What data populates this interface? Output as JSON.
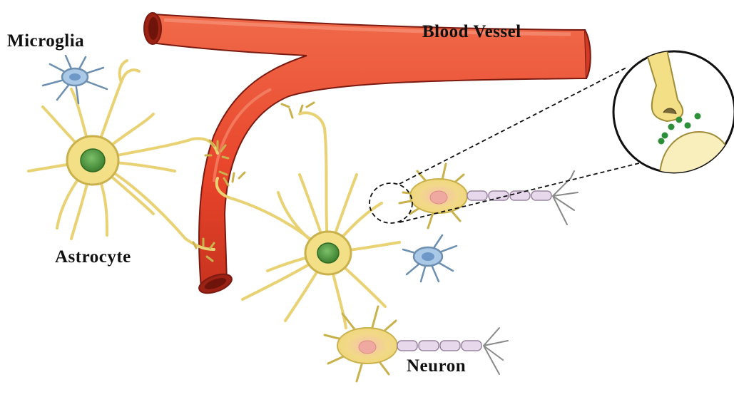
{
  "labels": {
    "microglia": "Microglia",
    "blood_vessel": "Blood Vessel",
    "astrocyte": "Astrocyte",
    "neuron": "Neuron"
  },
  "colors": {
    "vessel_fill": "#e8442a",
    "vessel_dark": "#b52a1a",
    "vessel_lumen": "#8f1c10",
    "astrocyte_fill": "#f2df86",
    "astrocyte_stroke": "#c9b14c",
    "nucleus": "#4d9a3c",
    "microglia_fill": "#a9c9e6",
    "microglia_stroke": "#6d8fb0",
    "myelin": "#e7d8ec",
    "neuron_soma_inner": "#f3b7a6",
    "vesicle": "#2e8f3a",
    "zoom_circle_stroke": "#111111",
    "dashed_line": "#111111"
  }
}
